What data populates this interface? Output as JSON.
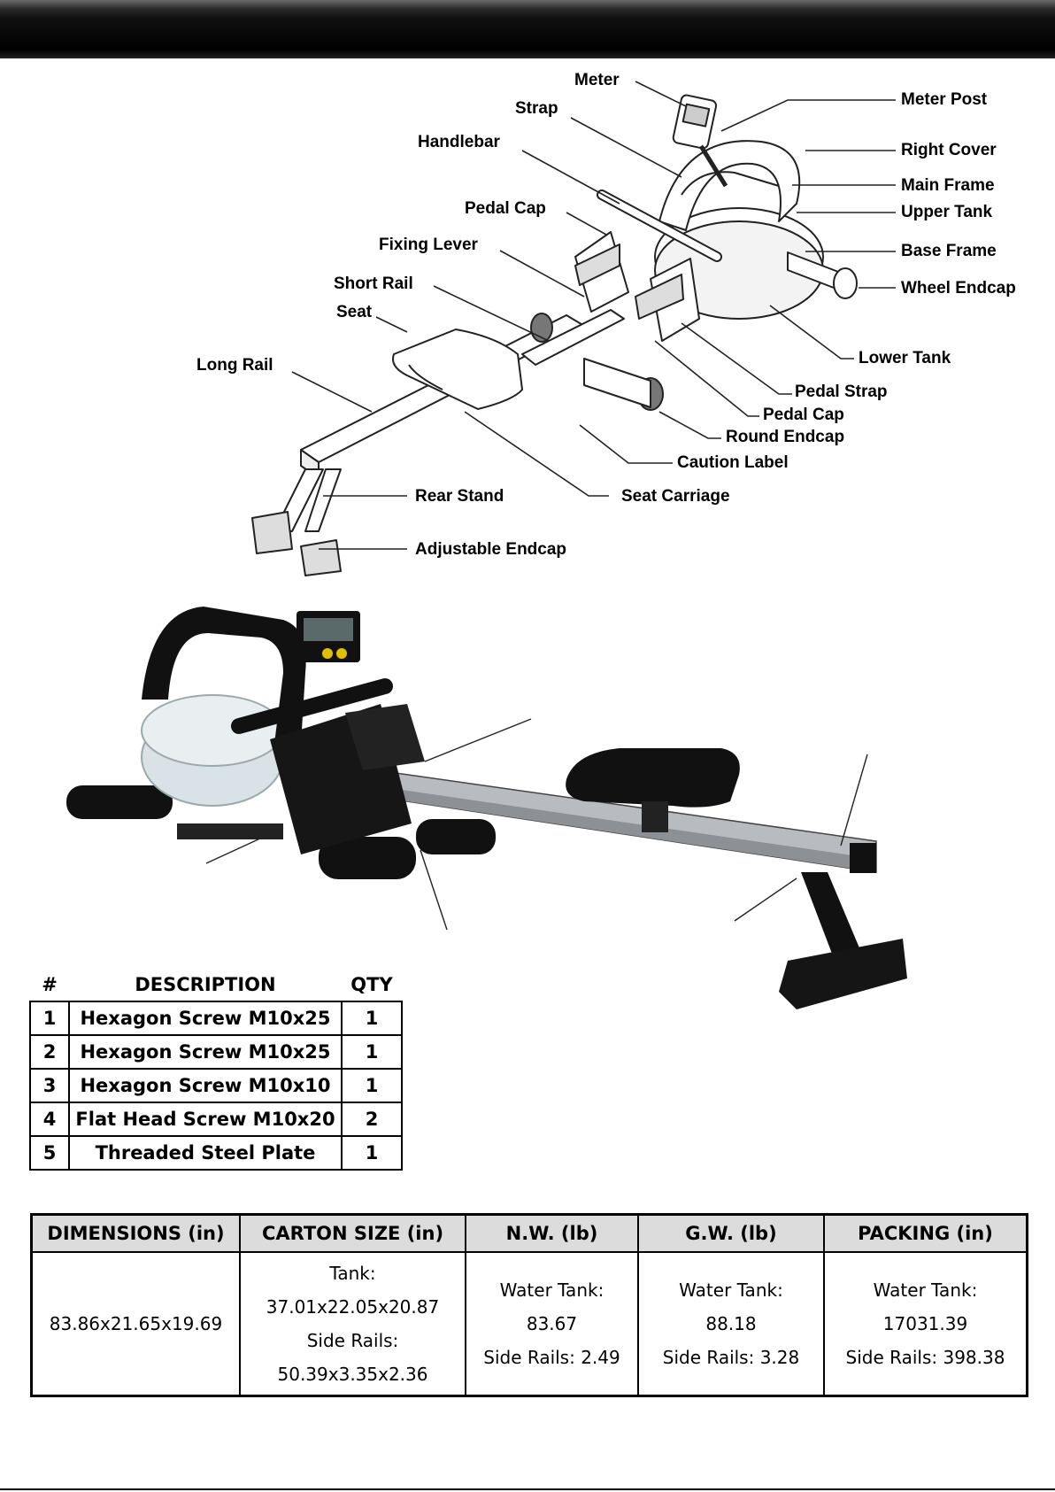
{
  "diagram": {
    "labels": {
      "meter": "Meter",
      "strap": "Strap",
      "handlebar": "Handlebar",
      "pedal_cap_top": "Pedal Cap",
      "fixing_lever": "Fixing Lever",
      "short_rail": "Short Rail",
      "seat": "Seat",
      "long_rail": "Long Rail",
      "meter_post": "Meter Post",
      "right_cover": "Right Cover",
      "main_frame": "Main Frame",
      "upper_tank": "Upper Tank",
      "base_frame": "Base Frame",
      "wheel_endcap": "Wheel Endcap",
      "lower_tank": "Lower Tank",
      "pedal_strap": "Pedal Strap",
      "pedal_cap_bottom": "Pedal Cap",
      "round_endcap": "Round Endcap",
      "caution_label": "Caution Label",
      "rear_stand": "Rear Stand",
      "seat_carriage": "Seat Carriage",
      "adjustable_endcap": "Adjustable Endcap"
    }
  },
  "parts": {
    "headers": {
      "num": "#",
      "desc": "DESCRIPTION",
      "qty": "QTY"
    },
    "rows": [
      {
        "num": "1",
        "desc": "Hexagon Screw M10x25",
        "qty": "1"
      },
      {
        "num": "2",
        "desc": "Hexagon Screw M10x25",
        "qty": "1"
      },
      {
        "num": "3",
        "desc": "Hexagon Screw M10x10",
        "qty": "1"
      },
      {
        "num": "4",
        "desc": "Flat Head Screw M10x20",
        "qty": "2"
      },
      {
        "num": "5",
        "desc": "Threaded Steel Plate",
        "qty": "1"
      }
    ]
  },
  "specs": {
    "headers": {
      "dimensions": "DIMENSIONS (in)",
      "carton": "CARTON SIZE (in)",
      "nw": "N.W. (lb)",
      "gw": "G.W. (lb)",
      "packing": "PACKING (in)"
    },
    "values": {
      "dimensions": "83.86x21.65x19.69",
      "carton": [
        "Tank:",
        "37.01x22.05x20.87",
        "Side Rails:",
        "50.39x3.35x2.36"
      ],
      "nw": [
        "Water Tank:",
        "83.67",
        "Side Rails: 2.49"
      ],
      "gw": [
        "Water Tank:",
        "88.18",
        "Side Rails: 3.28"
      ],
      "packing": [
        "Water Tank: 17031.39",
        "Side Rails: 398.38"
      ]
    }
  }
}
